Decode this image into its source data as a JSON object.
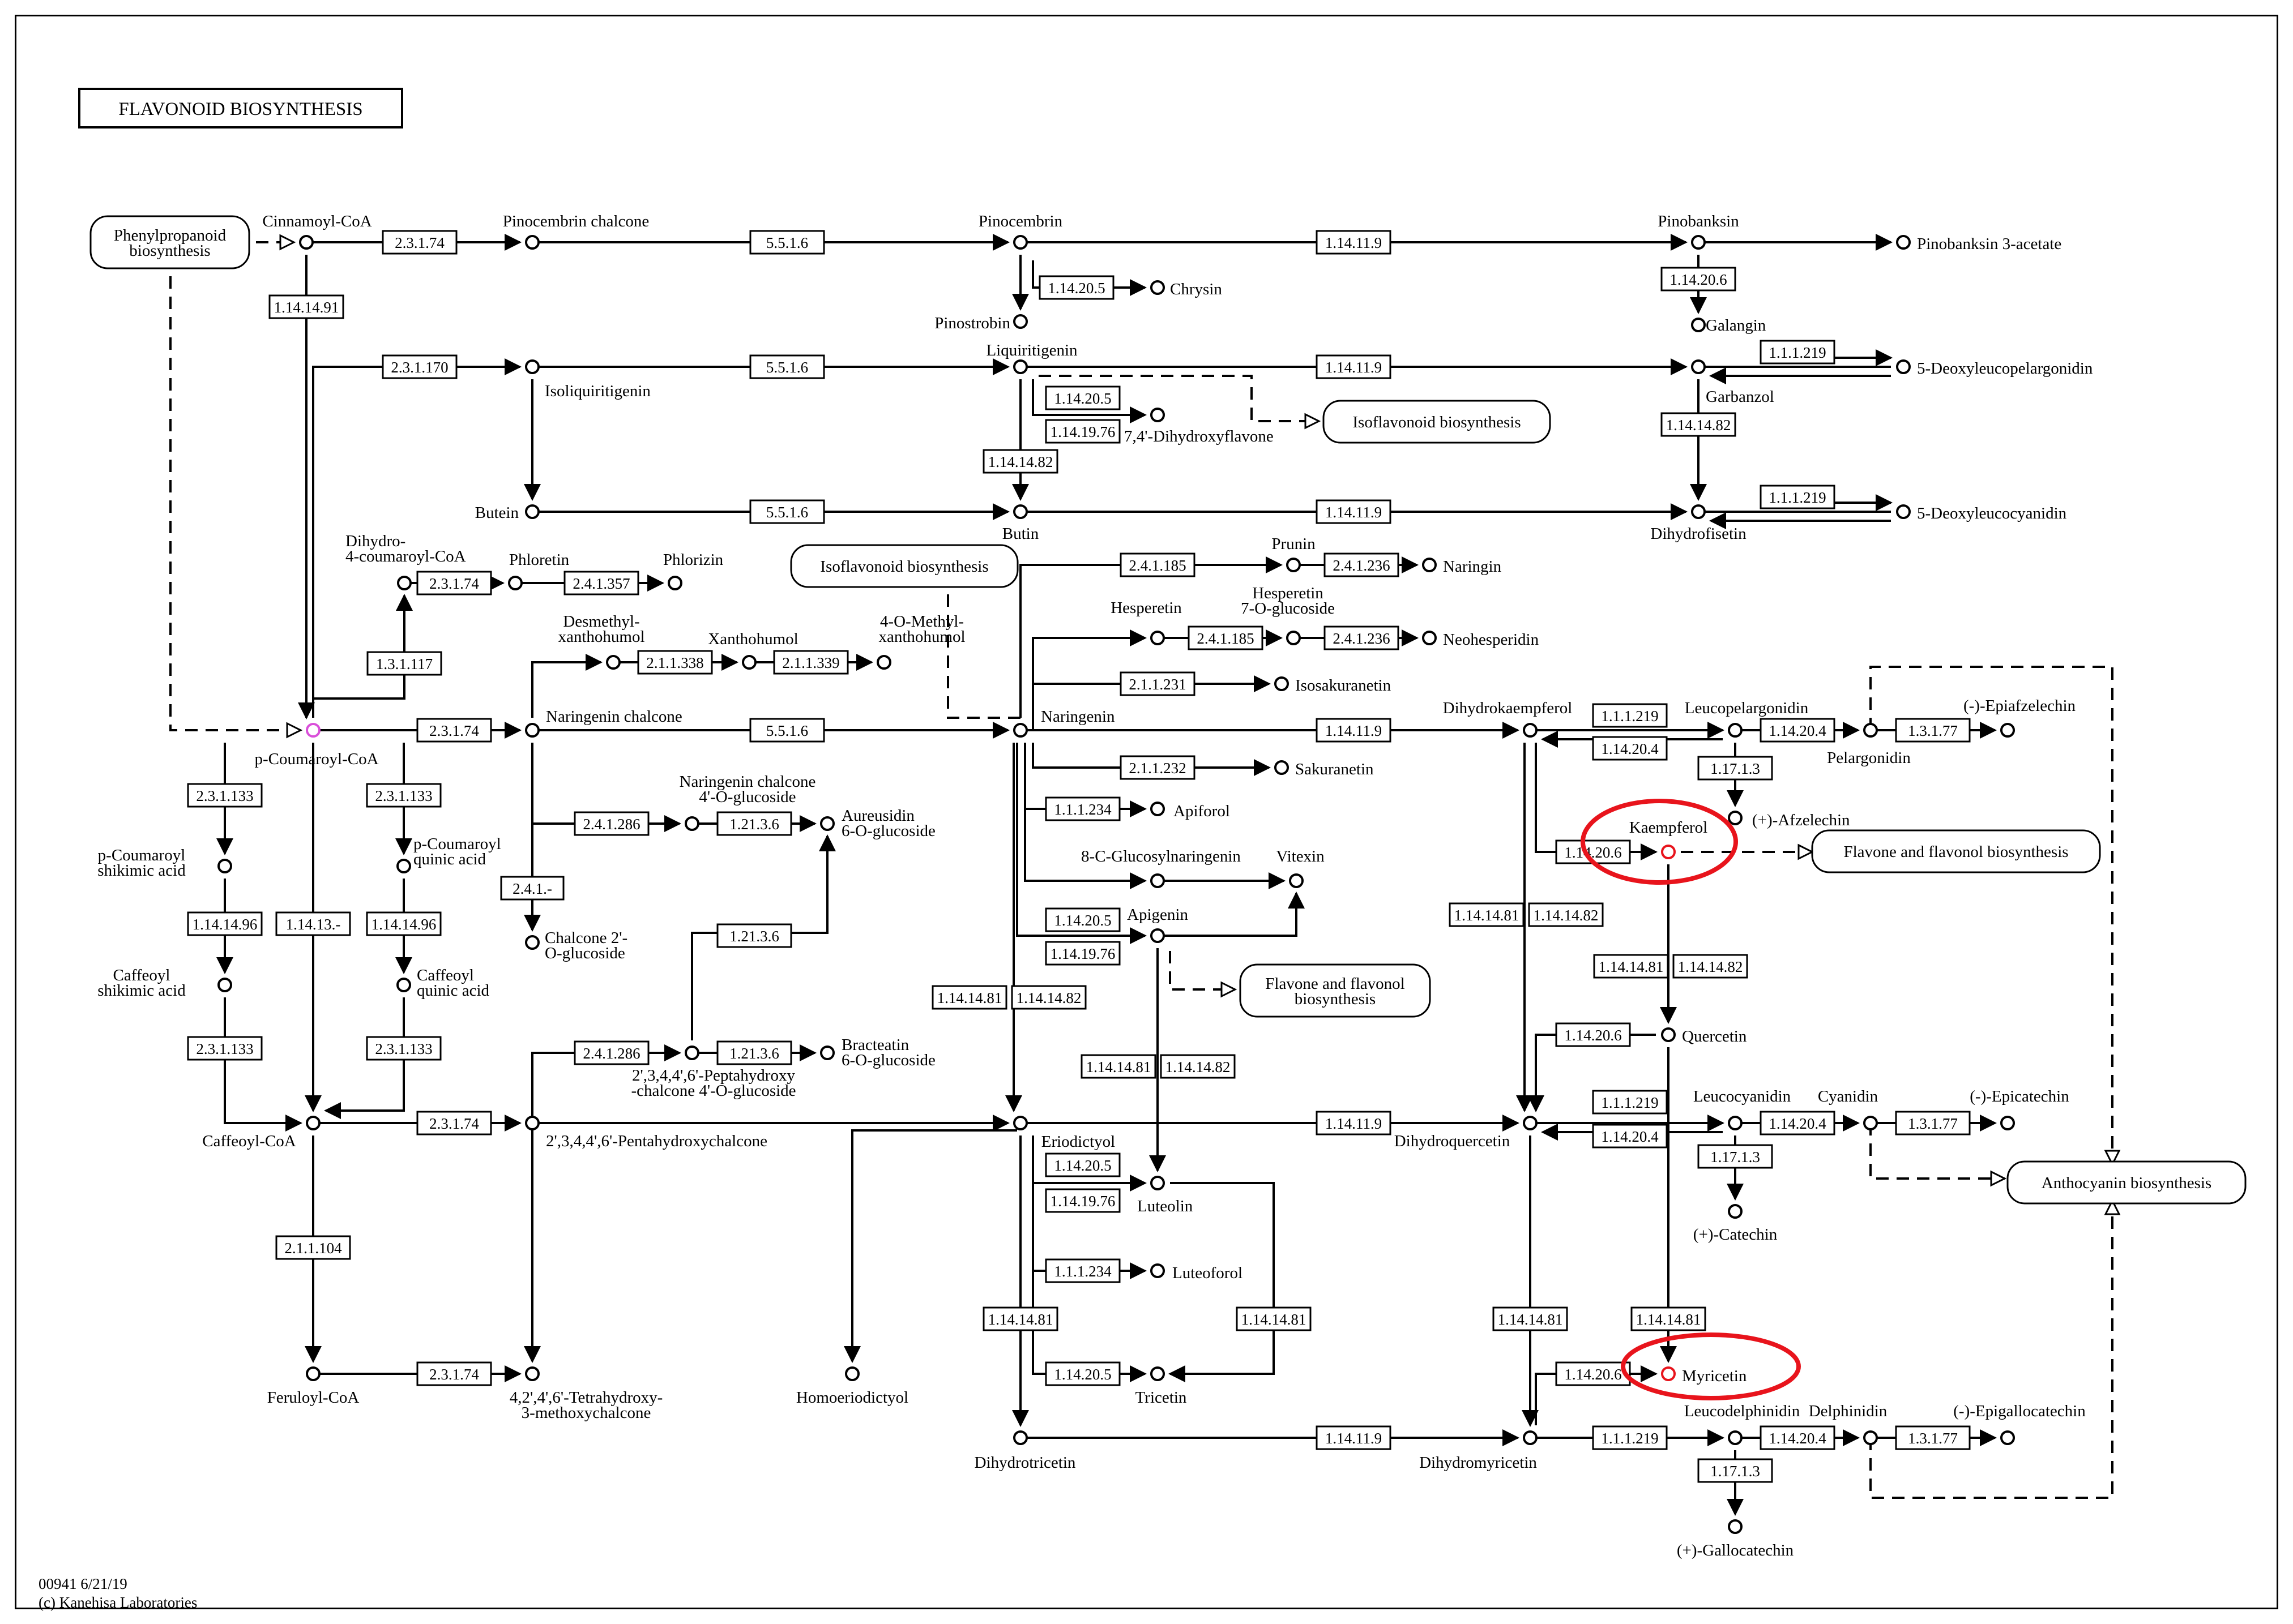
{
  "title": "FLAVONOID BIOSYNTHESIS",
  "footer": {
    "map_id": "00941 6/21/19",
    "credit": "(c) Kanehisa Laboratories"
  },
  "pathway_links": {
    "phenylpropanoid": [
      "Phenylpropanoid",
      "biosynthesis"
    ],
    "isoflavonoid_1": [
      "Isoflavonoid biosynthesis"
    ],
    "isoflavonoid_2": [
      "Isoflavonoid biosynthesis"
    ],
    "flavone_1": [
      "Flavone and flavonol",
      "biosynthesis"
    ],
    "flavone_2": [
      "Flavone and flavonol biosynthesis"
    ],
    "anthocyanin": [
      "Anthocyanin biosynthesis"
    ]
  },
  "compounds": {
    "cinnamoyl_coa": [
      "Cinnamoyl-CoA"
    ],
    "pinocembrin_chalcone": [
      "Pinocembrin chalcone"
    ],
    "pinocembrin": [
      "Pinocembrin"
    ],
    "pinobanksin": [
      "Pinobanksin"
    ],
    "pinobanksin_3_acetate": [
      "Pinobanksin 3-acetate"
    ],
    "chrysin": [
      "Chrysin"
    ],
    "pinostrobin": [
      "Pinostrobin"
    ],
    "galangin": [
      "Galangin"
    ],
    "liquiritigenin": [
      "Liquiritigenin"
    ],
    "isoliquiritigenin": [
      "Isoliquiritigenin"
    ],
    "dihydroxyflavone": [
      "7,4'-Dihydroxyflavone"
    ],
    "garbanzol": [
      "Garbanzol"
    ],
    "deoxyleucopelargonidin": [
      "5-Deoxyleucopelargonidin"
    ],
    "butein": [
      "Butein"
    ],
    "butin": [
      "Butin"
    ],
    "dihydrofisetin": [
      "Dihydrofisetin"
    ],
    "deoxyleucocyanidin": [
      "5-Deoxyleucocyanidin"
    ],
    "dihydro_coumaroyl_coa": [
      "Dihydro-",
      "4-coumaroyl-CoA"
    ],
    "phloretin": [
      "Phloretin"
    ],
    "phlorizin": [
      "Phlorizin"
    ],
    "prunin": [
      "Prunin"
    ],
    "naringin": [
      "Naringin"
    ],
    "hesperetin": [
      "Hesperetin"
    ],
    "hesperetin_glucoside": [
      "Hesperetin",
      "7-O-glucoside"
    ],
    "neohesperidin": [
      "Neohesperidin"
    ],
    "desmethylxanthohumol": [
      "Desmethyl-",
      "xanthohumol"
    ],
    "xanthohumol": [
      "Xanthohumol"
    ],
    "methylxanthohumol": [
      "4-O-Methyl-",
      "xanthohumol"
    ],
    "isosakuranetin": [
      "Isosakuranetin"
    ],
    "p_coumaroyl_coa": [
      "p-Coumaroyl-CoA"
    ],
    "naringenin_chalcone": [
      "Naringenin chalcone"
    ],
    "naringenin": [
      "Naringenin"
    ],
    "dihydrokaempferol": [
      "Dihydrokaempferol"
    ],
    "leucopelargonidin": [
      "Leucopelargonidin"
    ],
    "pelargonidin": [
      "Pelargonidin"
    ],
    "epiafzelechin": [
      "(-)-Epiafzelechin"
    ],
    "sakuranetin": [
      "Sakuranetin"
    ],
    "afzelechin": [
      "(+)-Afzelechin"
    ],
    "kaempferol": [
      "Kaempferol"
    ],
    "naringenin_chalcone_glucoside": [
      "Naringenin chalcone",
      "4'-O-glucoside"
    ],
    "aureusidin": [
      "Aureusidin",
      "6-O-glucoside"
    ],
    "apiforol": [
      "Apiforol"
    ],
    "p_coumaroyl_shikimic": [
      "p-Coumaroyl",
      "shikimic acid"
    ],
    "p_coumaroyl_quinic": [
      "p-Coumaroyl",
      "quinic acid"
    ],
    "glucosylnaringenin": [
      "8-C-Glucosylnaringenin"
    ],
    "vitexin": [
      "Vitexin"
    ],
    "chalcone_glucoside": [
      "Chalcone 2'-",
      "O-glucoside"
    ],
    "apigenin": [
      "Apigenin"
    ],
    "caffeoyl_shikimic": [
      "Caffeoyl",
      "shikimic acid"
    ],
    "caffeoyl_quinic": [
      "Caffeoyl",
      "quinic acid"
    ],
    "quercetin": [
      "Quercetin"
    ],
    "bracteatin": [
      "Bracteatin",
      "6-O-glucoside"
    ],
    "peptahydroxy": [
      "2',3,4,4',6'-Peptahydroxy",
      "-chalcone 4'-O-glucoside"
    ],
    "caffeoyl_coa": [
      "Caffeoyl-CoA"
    ],
    "pentahydroxychalcone": [
      "2',3,4,4',6'-Pentahydroxychalcone"
    ],
    "eriodictyol": [
      "Eriodictyol"
    ],
    "dihydroquercetin": [
      "Dihydroquercetin"
    ],
    "leucocyanidin": [
      "Leucocyanidin"
    ],
    "cyanidin": [
      "Cyanidin"
    ],
    "epicatechin": [
      "(-)-Epicatechin"
    ],
    "luteolin": [
      "Luteolin"
    ],
    "catechin": [
      "(+)-Catechin"
    ],
    "luteoforol": [
      "Luteoforol"
    ],
    "feruloyl_coa": [
      "Feruloyl-CoA"
    ],
    "tetrahydroxy": [
      "4,2',4',6'-Tetrahydroxy-",
      "3-methoxychalcone"
    ],
    "homoeriodictyol": [
      "Homoeriodictyol"
    ],
    "tricetin": [
      "Tricetin"
    ],
    "myricetin": [
      "Myricetin"
    ],
    "dihydrotricetin": [
      "Dihydrotricetin"
    ],
    "dihydromyricetin": [
      "Dihydromyricetin"
    ],
    "leucodelphinidin": [
      "Leucodelphinidin"
    ],
    "delphinidin": [
      "Delphinidin"
    ],
    "epigallocatechin": [
      "(-)-Epigallocatechin"
    ],
    "gallocatechin": [
      "(+)-Gallocatechin"
    ]
  },
  "enzymes": {
    "e01": "2.3.1.74",
    "e02": "5.5.1.6",
    "e03": "1.14.11.9",
    "e04": "1.14.14.91",
    "e05": "1.14.20.5",
    "e06": "1.14.20.6",
    "e07": "2.3.1.170",
    "e08": "5.5.1.6",
    "e09": "1.14.11.9",
    "e10": "1.1.1.219",
    "e11": "1.14.20.5",
    "e12": "1.14.19.76",
    "e13": "1.14.14.82",
    "e14": "1.14.14.82",
    "e15": "5.5.1.6",
    "e16": "1.14.11.9",
    "e17": "1.1.1.219",
    "e18": "2.4.1.185",
    "e19": "2.4.1.236",
    "e20": "2.3.1.74",
    "e21": "2.4.1.357",
    "e22": "2.4.1.185",
    "e23": "2.4.1.236",
    "e24": "2.1.1.338",
    "e25": "2.1.1.339",
    "e26": "1.3.1.117",
    "e27": "2.1.1.231",
    "e28": "2.3.1.74",
    "e29": "5.5.1.6",
    "e30": "1.14.11.9",
    "e31": "1.1.1.219",
    "e32": "1.14.20.4",
    "e33": "1.14.20.4",
    "e34": "1.3.1.77",
    "e35": "2.1.1.232",
    "e36": "1.17.1.3",
    "e37": "2.3.1.133",
    "e38": "2.3.1.133",
    "e39": "2.4.1.286",
    "e40": "1.21.3.6",
    "e41": "1.1.1.234",
    "e42": "1.14.20.6",
    "e43": "2.4.1.-",
    "e44": "1.14.14.96",
    "e45": "1.14.13.-",
    "e46": "1.14.14.96",
    "e47": "1.14.20.5",
    "e48": "1.14.19.76",
    "e49": "1.14.14.81",
    "e50": "1.14.14.82",
    "e51": "1.21.3.6",
    "e52": "1.14.14.81",
    "e53": "1.14.14.82",
    "e54": "1.14.14.81",
    "e55": "1.14.14.82",
    "e56": "2.3.1.133",
    "e57": "2.3.1.133",
    "e58": "2.4.1.286",
    "e59": "1.21.3.6",
    "e60": "1.14.14.81",
    "e61": "1.14.14.82",
    "e62": "1.14.20.6",
    "e63": "2.3.1.74",
    "e64": "1.14.11.9",
    "e65": "1.1.1.219",
    "e66": "1.14.20.4",
    "e67": "1.14.20.4",
    "e68": "1.3.1.77",
    "e69": "1.14.20.5",
    "e70": "1.14.19.76",
    "e71": "1.17.1.3",
    "e72": "2.1.1.104",
    "e73": "1.1.1.234",
    "e74": "1.14.14.81",
    "e75": "1.14.14.81",
    "e76": "1.14.14.81",
    "e77": "1.14.14.81",
    "e78": "2.3.1.74",
    "e79": "1.14.20.5",
    "e80": "1.14.20.6",
    "e81": "1.14.11.9",
    "e82": "1.1.1.219",
    "e83": "1.14.20.4",
    "e84": "1.3.1.77",
    "e85": "1.17.1.3"
  },
  "colors": {
    "line": "#000000",
    "highlight": "#e8141c",
    "selected_node": "#d94fd9"
  }
}
